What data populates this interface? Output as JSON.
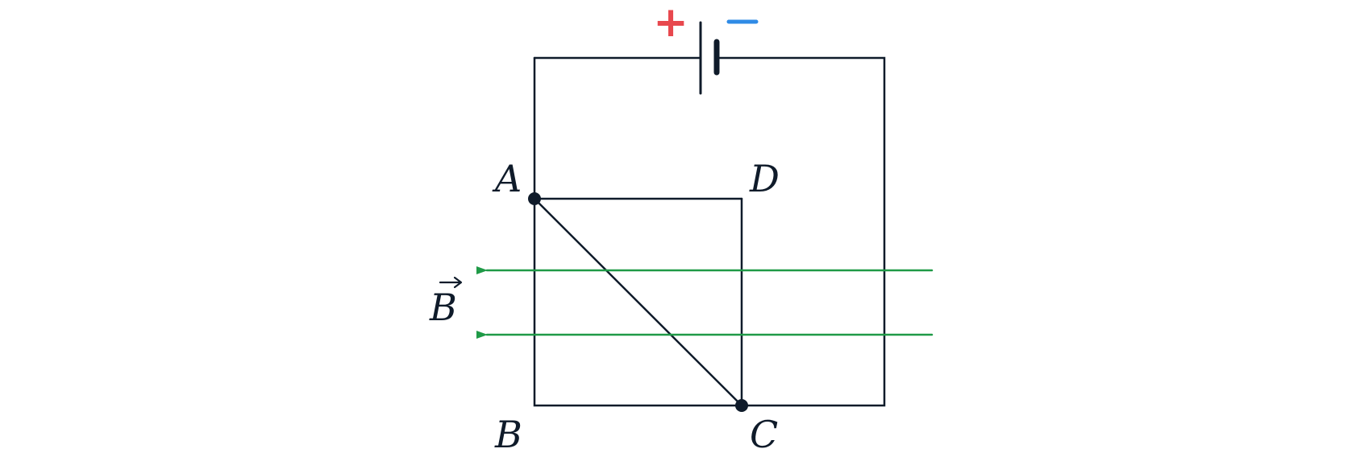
{
  "labels": {
    "A": "A",
    "B": "B",
    "C": "C",
    "D": "D",
    "field": "B"
  },
  "battery": {
    "positive": "+",
    "negative": "−"
  },
  "colors": {
    "wire": "#0f1b2a",
    "field": "#1f9a47",
    "positive": "#e8484e",
    "negative": "#2f8be6"
  }
}
